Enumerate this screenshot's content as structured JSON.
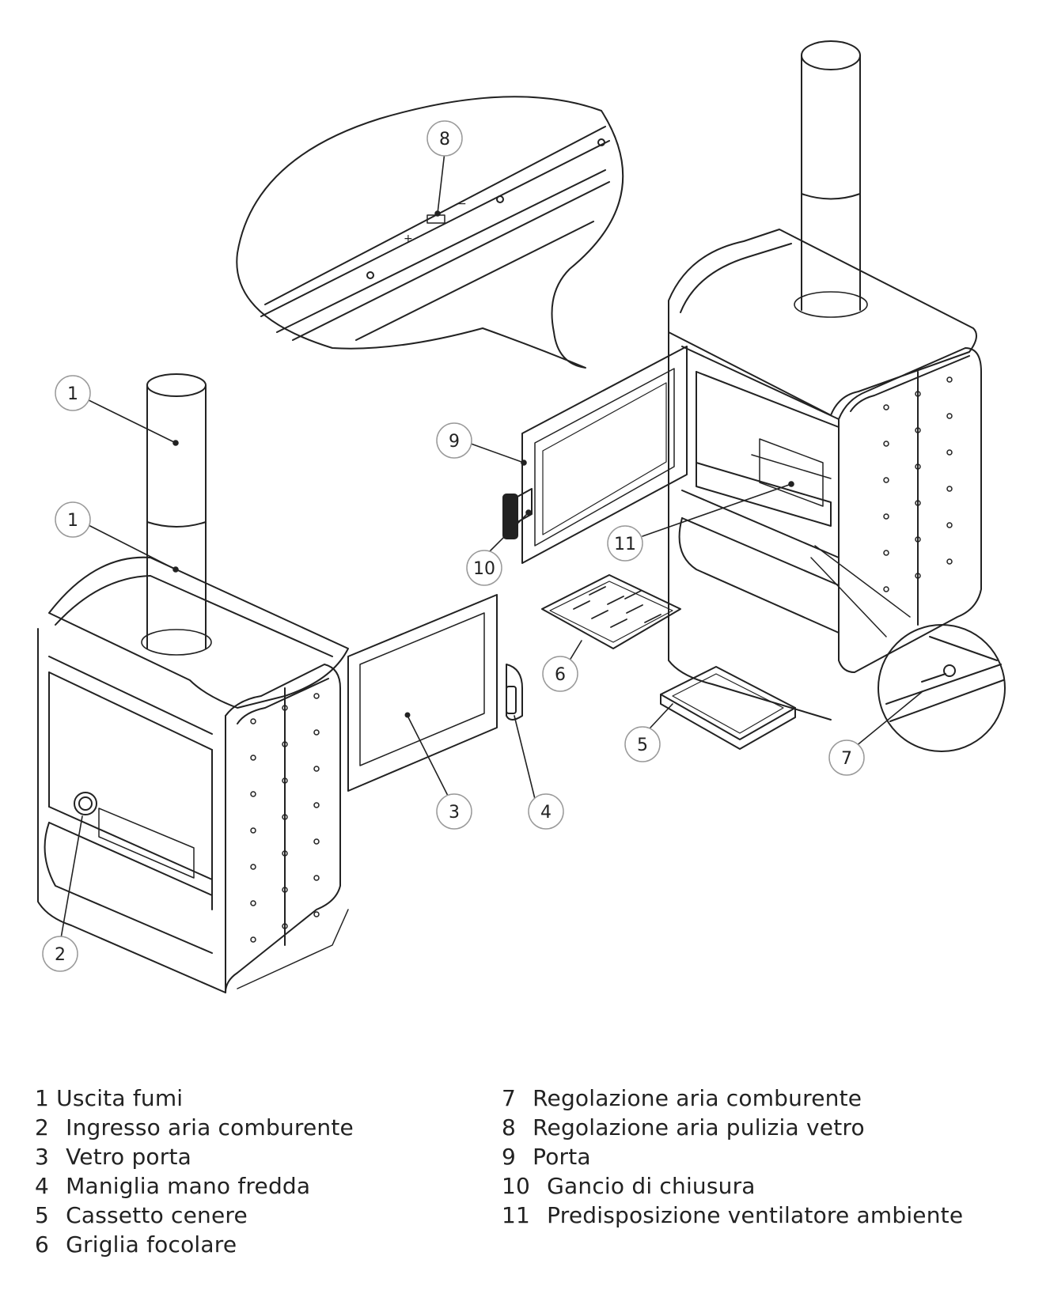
{
  "callouts": [
    "1",
    "1",
    "2",
    "3",
    "4",
    "5",
    "6",
    "7",
    "8",
    "9",
    "10",
    "11"
  ],
  "legend": {
    "left": [
      {
        "num": "1",
        "label": "Uscita fumi"
      },
      {
        "num": "2",
        "label": "Ingresso aria comburente"
      },
      {
        "num": "3",
        "label": "Vetro porta"
      },
      {
        "num": "4",
        "label": "Maniglia mano fredda"
      },
      {
        "num": "5",
        "label": "Cassetto cenere"
      },
      {
        "num": "6",
        "label": "Griglia focolare"
      }
    ],
    "right": [
      {
        "num": "7",
        "label": "Regolazione aria comburente"
      },
      {
        "num": "8",
        "label": "Regolazione aria pulizia vetro"
      },
      {
        "num": "9",
        "label": "Porta"
      },
      {
        "num": "10",
        "label": "Gancio di chiusura"
      },
      {
        "num": "11",
        "label": "Predisposizione ventilatore ambiente"
      }
    ]
  },
  "colors": {
    "line": "#222222",
    "callout_border": "#999999"
  }
}
